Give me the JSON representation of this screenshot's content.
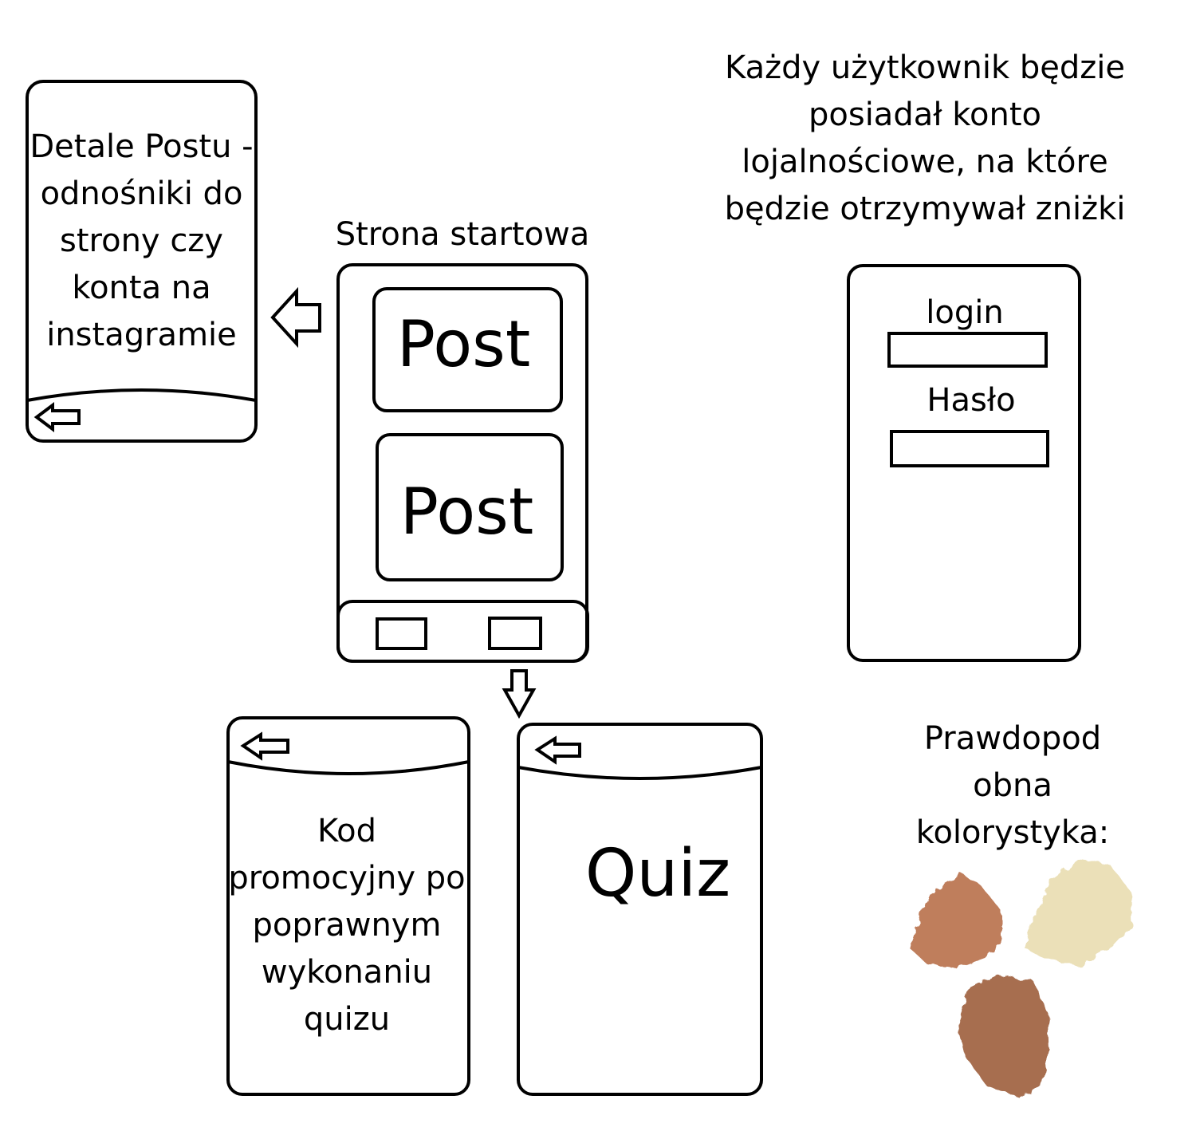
{
  "note_loyalty": {
    "lines": [
      "Każdy użytkownik będzie",
      "posiadał konto",
      "lojalnościowe, na które",
      "będzie otrzymywał zniżki"
    ]
  },
  "detail_screen": {
    "lines": [
      "Detale Postu -",
      "odnośniki do",
      "strony czy",
      "konta na",
      "instagramie"
    ],
    "back_icon": "left-arrow-icon"
  },
  "start_screen": {
    "title": "Strona startowa",
    "posts": [
      "Post",
      "Post"
    ],
    "nav_icons": [
      "nav-button-left",
      "nav-button-right"
    ]
  },
  "login_screen": {
    "login_label": "login",
    "password_label": "Hasło"
  },
  "promo_screen": {
    "lines": [
      "Kod",
      "promocyjny po",
      "poprawnym",
      "wykonaniu",
      "quizu"
    ],
    "back_icon": "left-arrow-icon"
  },
  "quiz_screen": {
    "title": "Quiz",
    "back_icon": "left-arrow-icon"
  },
  "palette": {
    "lines": [
      "Prawdopod",
      "obna",
      "kolorystyka:"
    ],
    "colors": [
      "#bf7e5c",
      "#ebe0b8",
      "#a76e4f"
    ]
  },
  "arrows": {
    "to_details": "left-arrow-icon",
    "to_quiz": "down-arrow-icon"
  }
}
